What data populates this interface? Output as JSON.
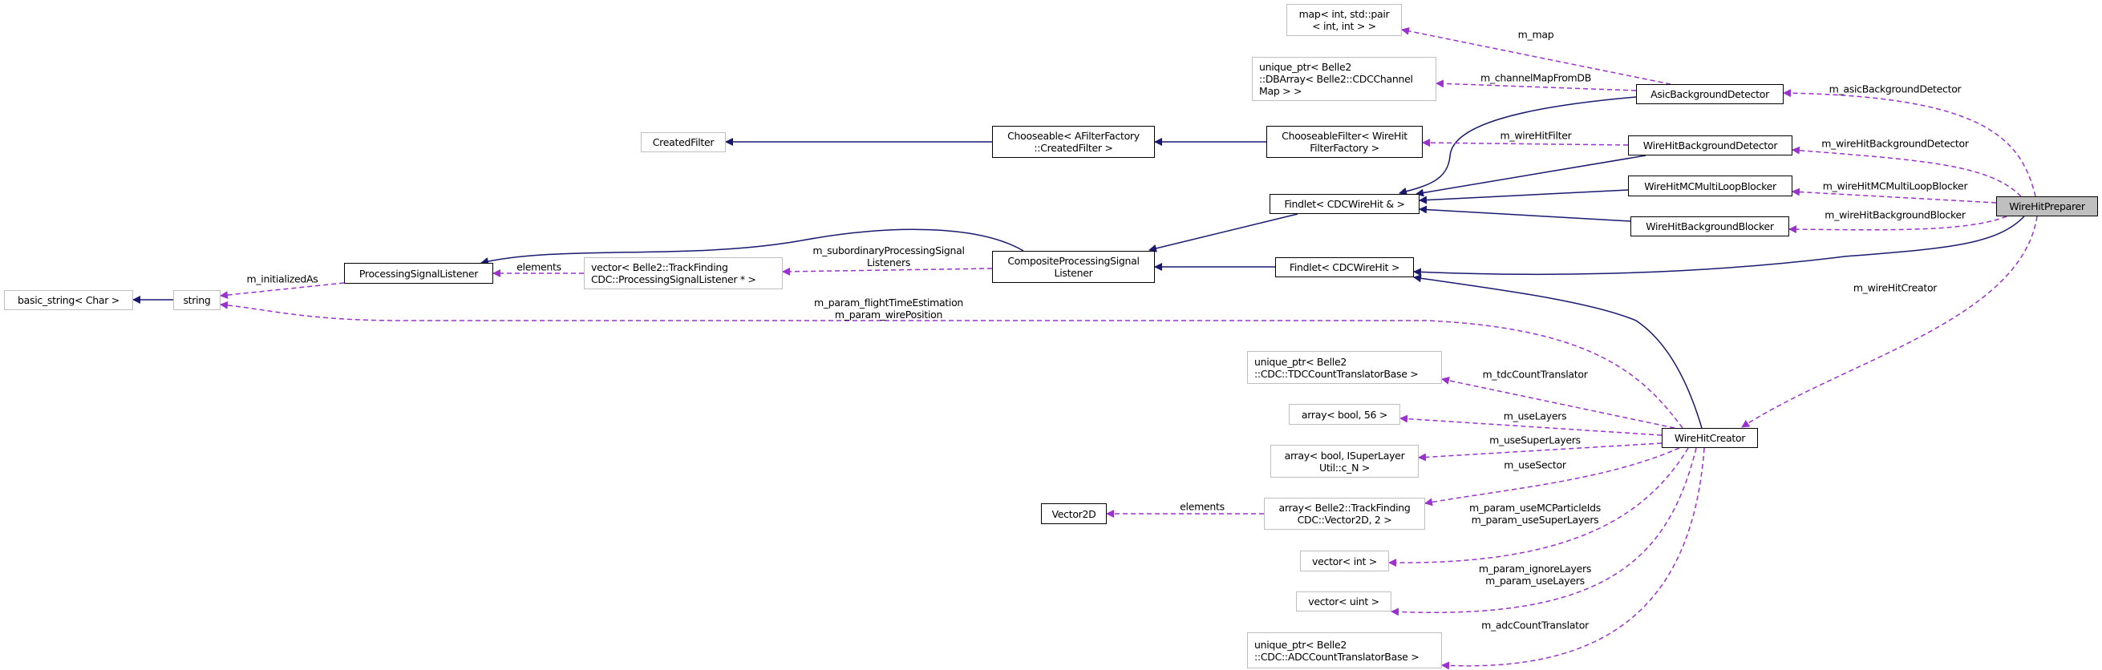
{
  "nodes": {
    "created_filter": "CreatedFilter",
    "chooseable": "Chooseable< AFilterFactory\n::CreatedFilter >",
    "chooseable_filter": "ChooseableFilter< WireHit\nFilterFactory >",
    "map": "map< int, std::pair\n< int, int > >",
    "db_array": "unique_ptr< Belle2\n::DBArray< Belle2::CDCChannel\nMap > >",
    "asic": "AsicBackgroundDetector",
    "bg_detector": "WireHitBackgroundDetector",
    "mc_multi": "WireHitMCMultiLoopBlocker",
    "bg_blocker": "WireHitBackgroundBlocker",
    "findlet_ref": "Findlet< CDCWireHit & >",
    "findlet": "Findlet< CDCWireHit >",
    "composite": "CompositeProcessingSignal\nListener",
    "psl": "ProcessingSignalListener",
    "vector_psl": "vector< Belle2::TrackFinding\nCDC::ProcessingSignalListener * >",
    "basic_string": "basic_string< Char >",
    "string": "string",
    "preparer": "WireHitPreparer",
    "creator": "WireHitCreator",
    "tdc": "unique_ptr< Belle2\n::CDC::TDCCountTranslatorBase >",
    "array56": "array< bool, 56 >",
    "array_isuper": "array< bool, ISuperLayer\nUtil::c_N >",
    "array_vec2d": "array< Belle2::TrackFinding\nCDC::Vector2D, 2 >",
    "vector2d": "Vector2D",
    "vector_int": "vector< int >",
    "vector_uint": "vector< uint >",
    "adc": "unique_ptr< Belle2\n::CDC::ADCCountTranslatorBase >"
  },
  "labels": {
    "m_map": "m_map",
    "m_channel_map": "m_channelMapFromDB",
    "m_asic": "m_asicBackgroundDetector",
    "m_wirehit_filter": "m_wireHitFilter",
    "m_bg_detector": "m_wireHitBackgroundDetector",
    "m_mc_multi": "m_wireHitMCMultiLoopBlocker",
    "m_bg_blocker": "m_wireHitBackgroundBlocker",
    "m_creator": "m_wireHitCreator",
    "m_initialized_as": "m_initializedAs",
    "elements_psl": "elements",
    "m_subordinary": "m_subordinaryProcessingSignal\nListeners",
    "m_param_flight": "m_param_flightTimeEstimation\nm_param_wirePosition",
    "m_tdc": "m_tdcCountTranslator",
    "m_use_layers": "m_useLayers",
    "m_use_super_layers": "m_useSuperLayers",
    "m_use_sector": "m_useSector",
    "elements_vec2d": "elements",
    "m_param_mc": "m_param_useMCParticleIds\nm_param_useSuperLayers",
    "m_param_ignore": "m_param_ignoreLayers\nm_param_useLayers",
    "m_adc": "m_adcCountTranslator"
  },
  "colors": {
    "inheritance": "#191970",
    "usage": "#9a32cd",
    "focus_fill": "#bfbfbf"
  }
}
